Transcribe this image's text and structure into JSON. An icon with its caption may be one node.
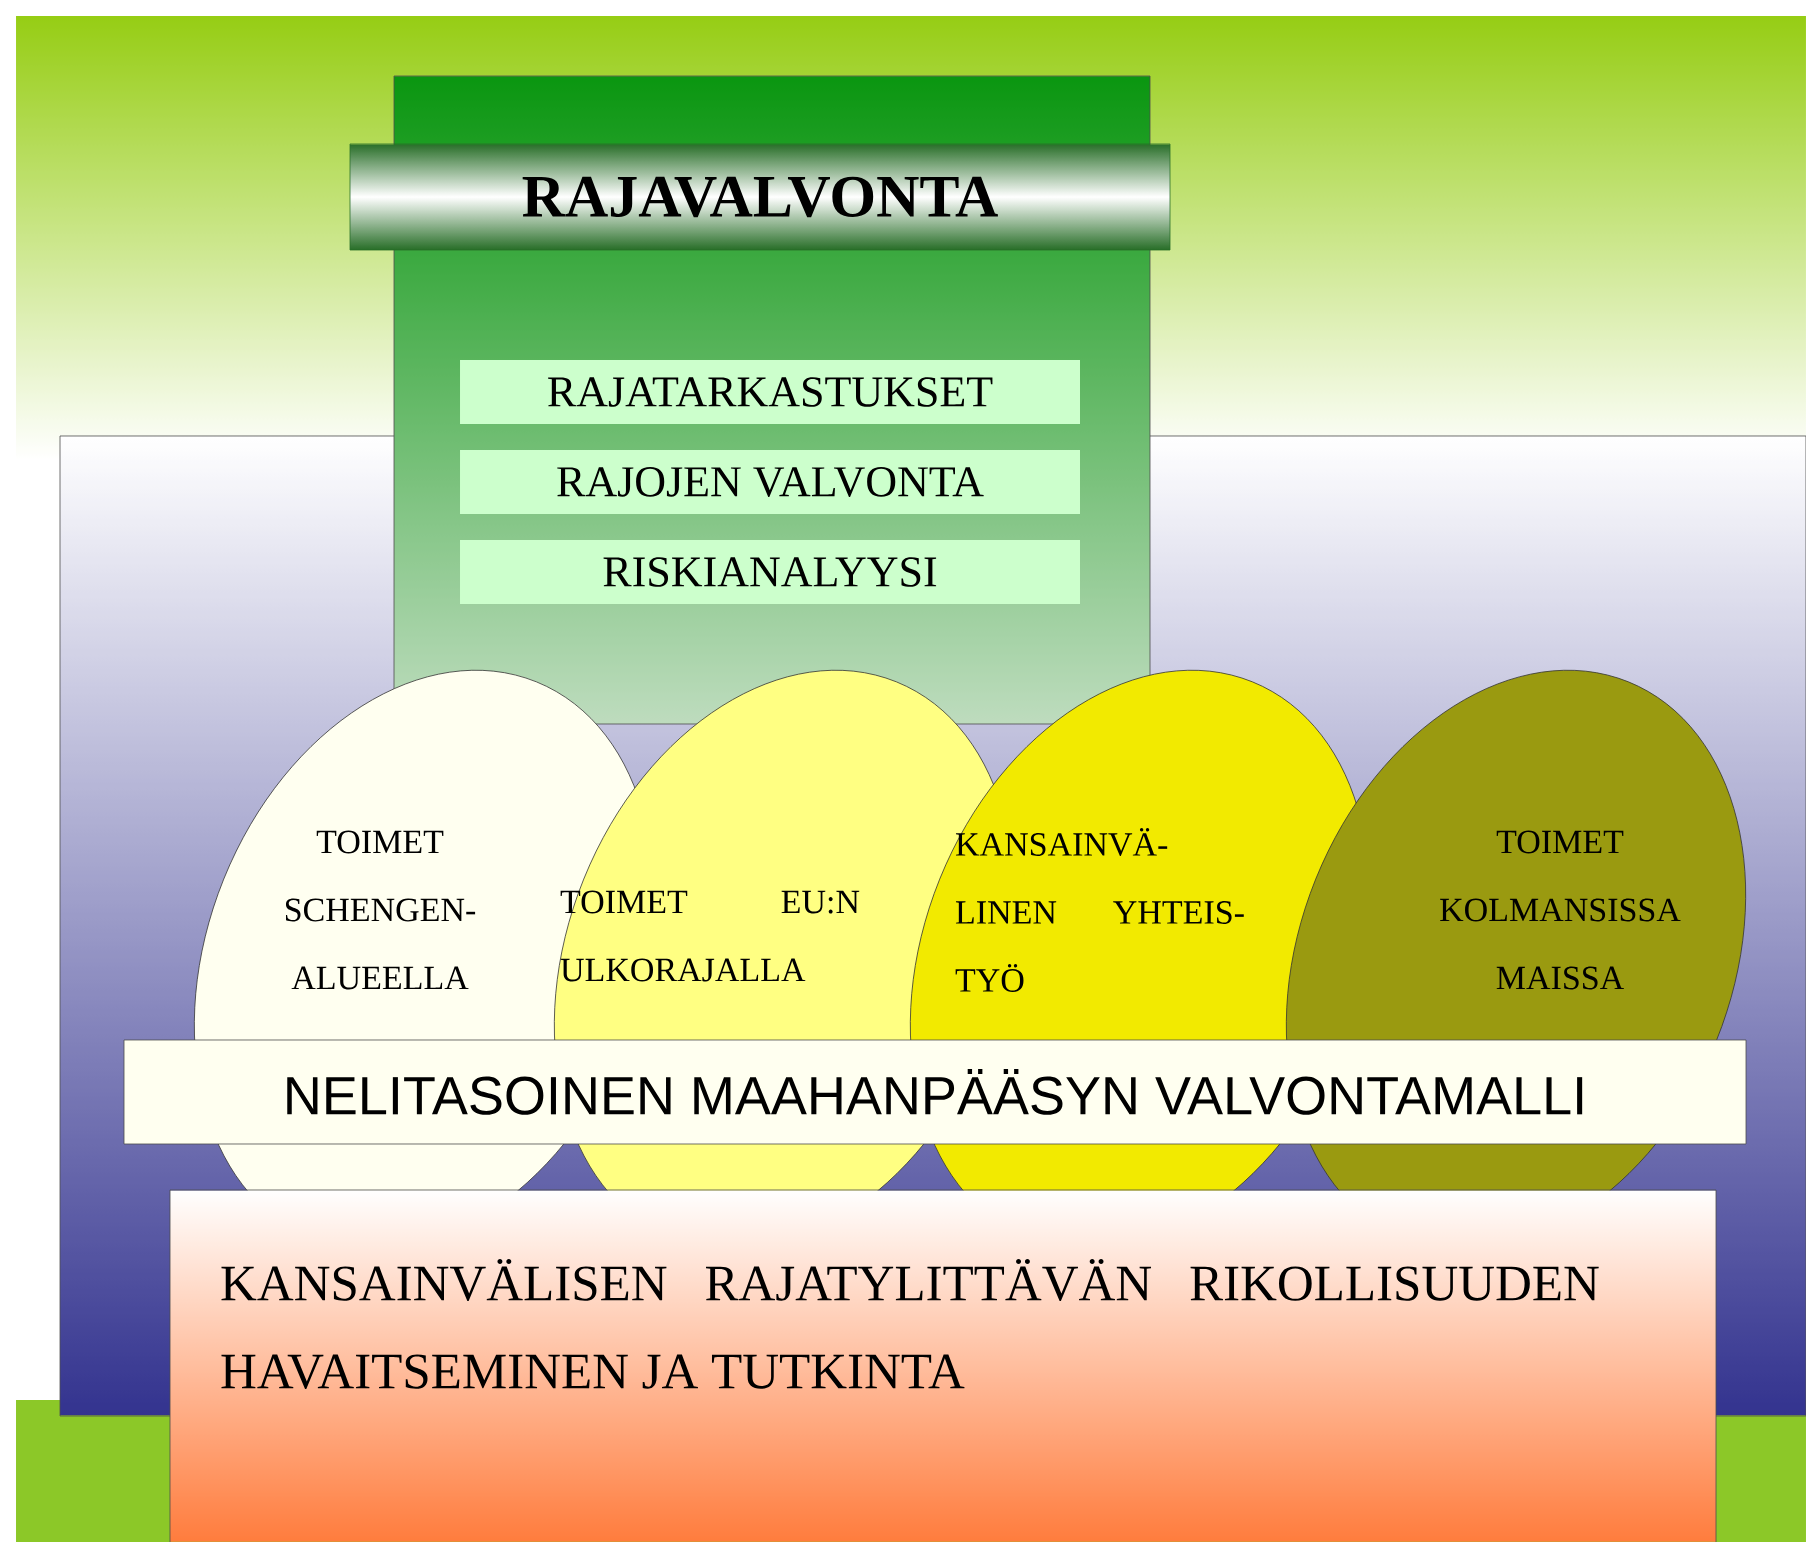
{
  "diagram": {
    "nodes": [
      {
        "text": [],
        "shape": "box"
      },
      {
        "text": [],
        "shape": "box"
      },
      {
        "text": [
          "RAJAVALVONTA"
        ]
      },
      {
        "text": [
          "RAJATARKASTUKSET"
        ],
        "in": 1
      },
      {
        "text": [
          "RAJOJEN VALVONTA"
        ]
      },
      {
        "text": [
          "RISKIANALYYSI"
        ]
      },
      {
        "text": [
          "TOIMET SCHENGEN-ALUEELLA"
        ],
        "in": 0
      },
      {
        "text": [
          "TOIMET EU:N ULKORAJALLA"
        ],
        "in": 0
      },
      {
        "text": [
          "KANSAINVÄ- LINEN YHTEIS- TYÖ"
        ],
        "in": 0
      },
      {
        "text": [
          "TOIMET KOLMANSISSA MAISSA"
        ],
        "in": 0
      },
      {
        "text": [
          "NELITASOINEN MAAHANPÄÄSYN VALVONTAMALLI"
        ],
        "in": 0
      },
      {
        "text": [
          "KANSAINVÄLISEN RAJATYLITTÄVÄN RIKOLLISUUDEN HAVAITSEMINEN JA TUTKINTA"
        ]
      }
    ]
  }
}
